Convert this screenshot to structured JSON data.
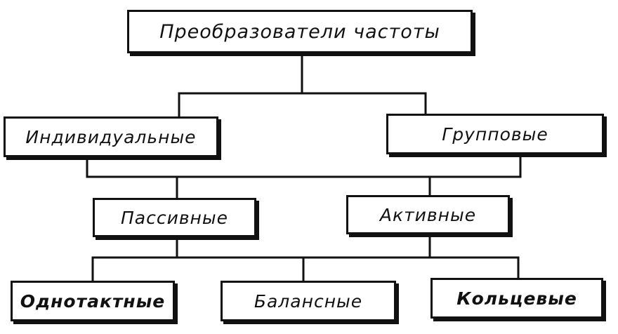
{
  "diagram": {
    "root": "Преобразователи  частоты",
    "level1": [
      "Индивидуальные",
      "Групповые"
    ],
    "level2": [
      "Пассивные",
      "Активные"
    ],
    "level3": [
      "Однотактные",
      "Балансные",
      "Кольцевые"
    ]
  },
  "colors": {
    "line": "#111111",
    "background": "#ffffff"
  }
}
